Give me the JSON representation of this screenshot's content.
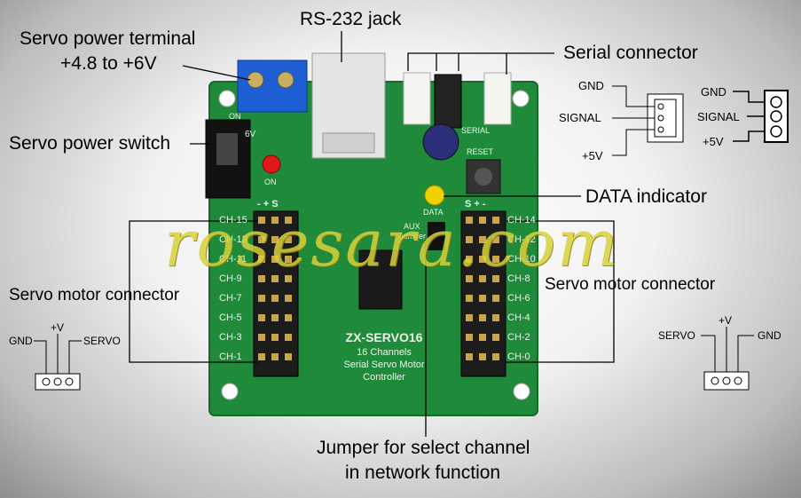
{
  "labels": {
    "rs232": "RS-232 jack",
    "servo_power_terminal_line1": "Servo power terminal",
    "servo_power_terminal_line2": "+4.8 to +6V",
    "serial_connector": "Serial connector",
    "servo_power_switch": "Servo power switch",
    "data_indicator": "DATA indicator",
    "servo_motor_connector_left": "Servo motor connector",
    "servo_motor_connector_right": "Servo motor connector",
    "jumper_line1": "Jumper for select channel",
    "jumper_line2": "in network function"
  },
  "pinouts": {
    "serial_left": {
      "gnd": "GND",
      "signal": "SIGNAL",
      "v5": "+5V"
    },
    "serial_right": {
      "gnd": "GND",
      "signal": "SIGNAL",
      "v5": "+5V"
    },
    "servo_left": {
      "gnd": "GND",
      "v": "+V",
      "servo": "SERVO"
    },
    "servo_right": {
      "servo": "SERVO",
      "v": "+V",
      "gnd": "GND"
    }
  },
  "board": {
    "name": "ZX-SERVO16",
    "line1": "16 Channels",
    "line2": "Serial Servo Motor",
    "line3": "Controller",
    "on_label": "ON",
    "led_on": "ON",
    "data_led": "DATA",
    "aux": "AUX",
    "jumper": "Jumper",
    "reset": "RESET",
    "serial": "SERIAL",
    "six_v": "6V",
    "left_header": "- + S",
    "right_header": "S + -",
    "left_channels": [
      "CH-15",
      "CH-13",
      "CH-11",
      "CH-9",
      "CH-7",
      "CH-5",
      "CH-3",
      "CH-1"
    ],
    "right_channels": [
      "CH-14",
      "CH-12",
      "CH-10",
      "CH-8",
      "CH-6",
      "CH-4",
      "CH-2",
      "CH-0"
    ]
  },
  "watermark": "rosesara.com",
  "colors": {
    "pcb": "#1f8a3a",
    "terminal": "#1f5fd6",
    "led_red": "#e01818",
    "led_yellow": "#f0d000"
  }
}
